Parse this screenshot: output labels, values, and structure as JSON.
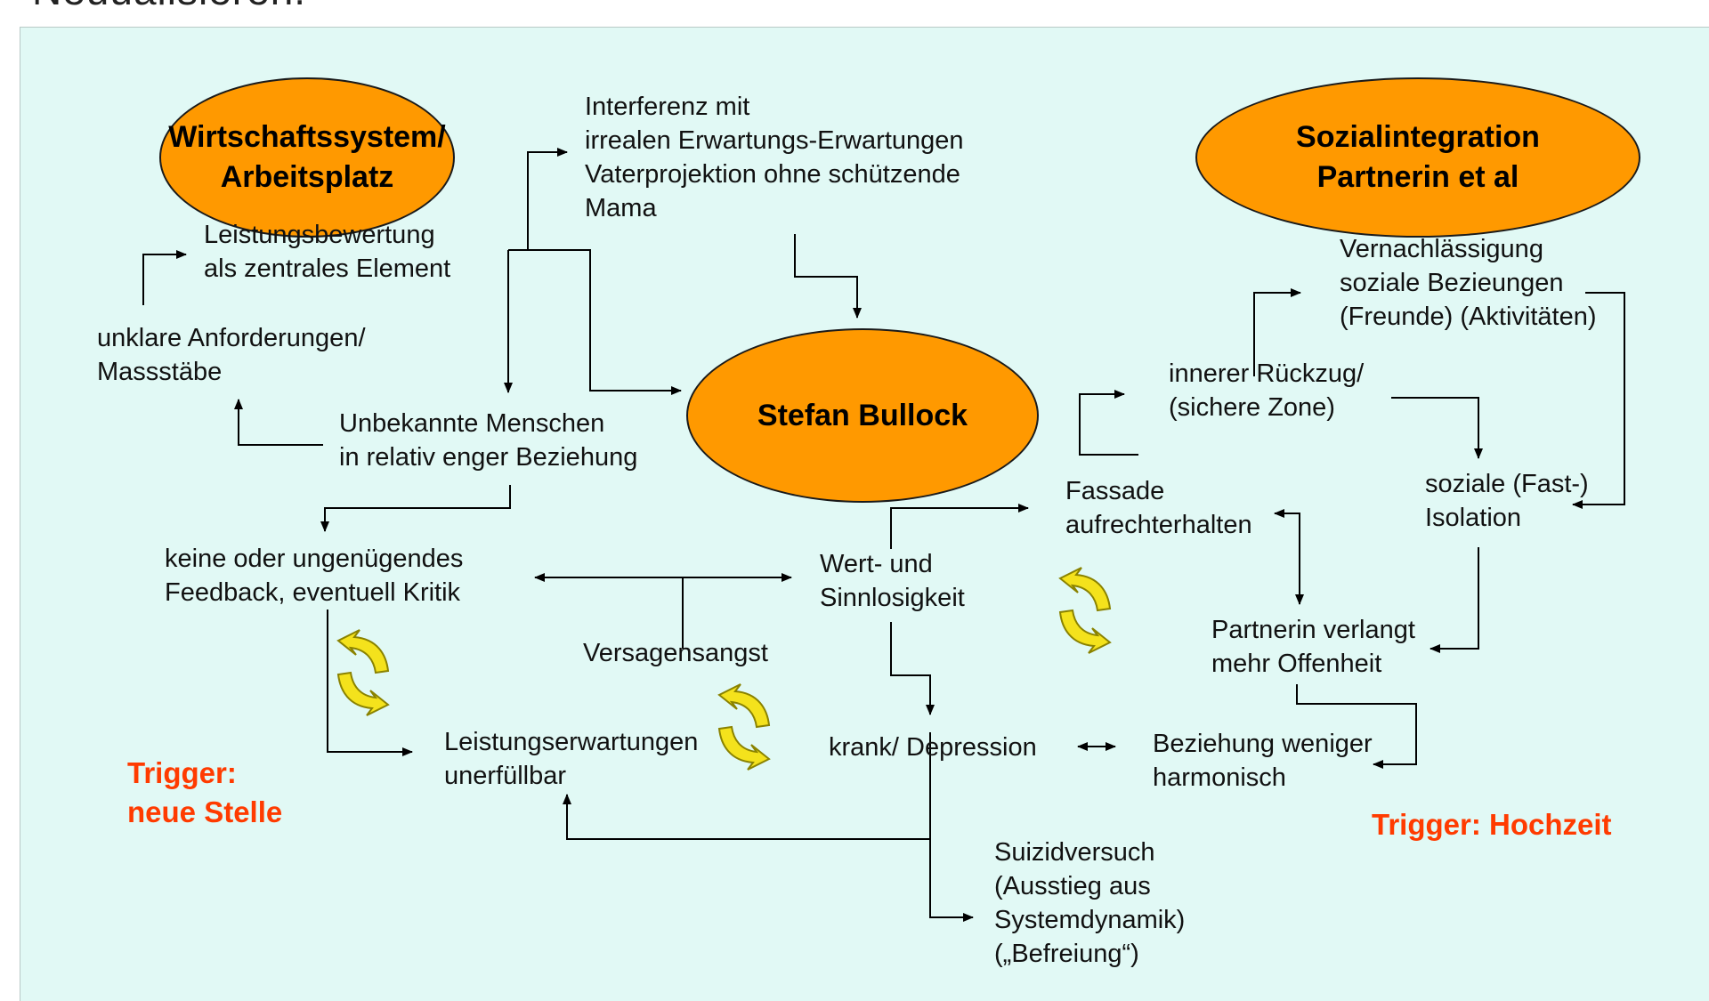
{
  "header_fragment": "Neuualisieren:",
  "colors": {
    "background": "#e1f9f5",
    "ellipse_fill": "#ff9900",
    "trigger_text": "#ff3b00",
    "cycle_arrow": "#f4e21c"
  },
  "nodes": {
    "wirtschaft": "Wirtschaftssystem/\nArbeitsplatz",
    "sozial": "Sozialintegration\nPartnerin et al",
    "stefan": "Stefan Bullock",
    "interferenz": "Interferenz mit\nirrealen Erwartungs-Erwartungen\nVaterprojektion ohne schützende\nMama",
    "leistungsbewertung": "Leistungsbewertung\nals zentrales Element",
    "unklare": "unklare Anforderungen/\nMassstäbe",
    "unbekannte": "Unbekannte Menschen\nin relativ enger Beziehung",
    "feedback": "keine oder ungenügendes\nFeedback, eventuell Kritik",
    "wert": "Wert- und\nSinnlosigkeit",
    "versagensangst": "Versagensangst",
    "leistungserwartungen": "Leistungserwartungen\nunerfüllbar",
    "krank": "krank/ Depression",
    "suizid": "Suizidversuch\n(Ausstieg aus\nSystemdynamik)\n(„Befreiung“)",
    "fassade": "Fassade\naufrechterhalten",
    "rueckzug": "innerer Rückzug/\n(sichere Zone)",
    "vernachlaessigung": "Vernachlässigung\nsoziale Bezieungen\n(Freunde) (Aktivitäten)",
    "isolation": "soziale (Fast-)\nIsolation",
    "offenheit": "Partnerin verlangt\nmehr Offenheit",
    "beziehung": "Beziehung weniger\nharmonisch"
  },
  "triggers": {
    "left": "Trigger:\nneue Stelle",
    "right": "Trigger: Hochzeit"
  },
  "cycle_icons": [
    "recycle-arrows-icon",
    "recycle-arrows-icon",
    "recycle-arrows-icon"
  ]
}
